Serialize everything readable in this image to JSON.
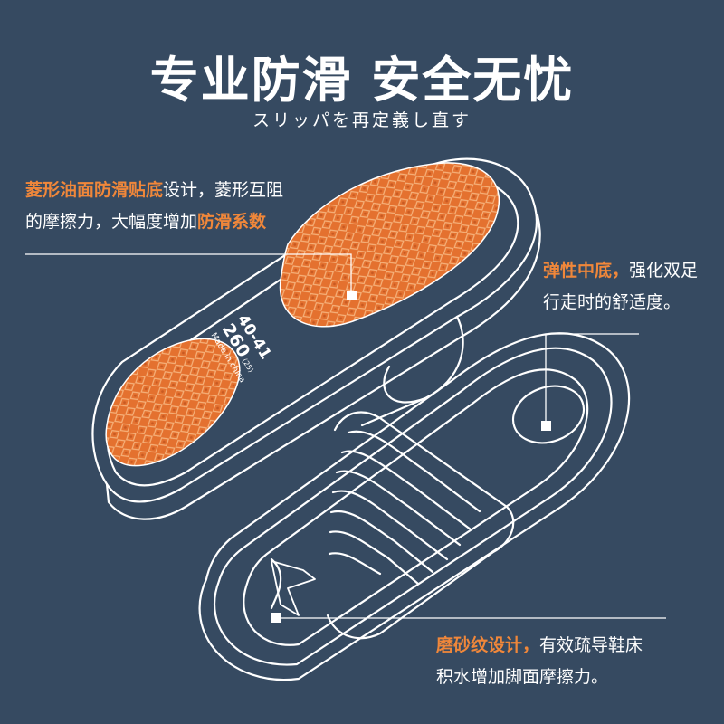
{
  "headline": "专业防滑 安全无忧",
  "subheadline": "スリッパを再定義し直す",
  "colors": {
    "background": "#364a61",
    "accent": "#f0873a",
    "outline": "#ffffff",
    "tread": "#e4712f"
  },
  "insole_mark": {
    "size_range": "40-41",
    "length": "260",
    "unit": "(25)",
    "origin": "Made in china"
  },
  "callouts": {
    "anti_slip": {
      "line1_highlight": "菱形油面防滑贴底",
      "line1_rest": "设计，菱形互阻",
      "line2_rest": "的摩擦力，大幅度增加",
      "line2_highlight": "防滑系数"
    },
    "midsole": {
      "line1_highlight": "弹性中底，",
      "line1_rest": "强化双足",
      "line2_rest": "行走时的舒适度。"
    },
    "frosted": {
      "line1_highlight": "磨砂纹设计，",
      "line1_rest": "有效疏导鞋床",
      "line2_rest": "积水增加脚面摩擦力。"
    }
  }
}
